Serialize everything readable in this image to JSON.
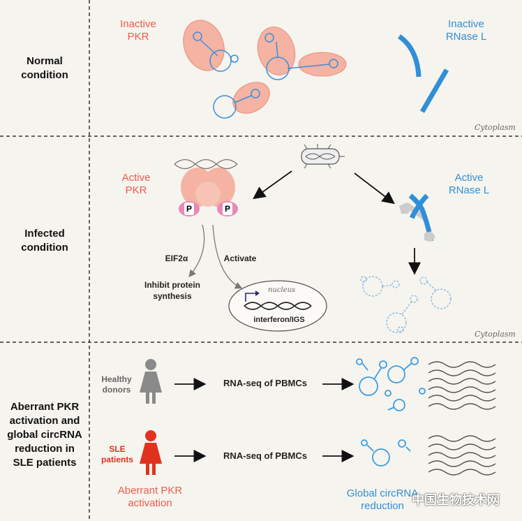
{
  "sections": {
    "normal": "Normal\ncondition",
    "infected": "Infected\ncondition",
    "sle": "Aberrant PKR\nactivation and\nglobal circRNA\nreduction in\nSLE patients"
  },
  "normal": {
    "inactive_pkr": "Inactive\nPKR",
    "inactive_rnase": "Inactive\nRNase L",
    "cytoplasm": "Cytoplasm"
  },
  "infected": {
    "active_pkr": "Active\nPKR",
    "active_rnase": "Active\nRNase L",
    "p1": "P",
    "p2": "P",
    "eif2a": "EIF2α",
    "activate": "Activate",
    "inhibit": "Inhibit protein\nsynthesis",
    "nucleus": "nucleus",
    "interferon": "interferon/IGS",
    "cytoplasm": "Cytoplasm"
  },
  "sle": {
    "healthy": "Healthy\ndonors",
    "sle_patients": "SLE\npatients",
    "rnaseq1": "RNA-seq of PBMCs",
    "rnaseq2": "RNA-seq of PBMCs",
    "aberrant": "Aberrant PKR\nactivation",
    "global": "Global circRNA\nreduction",
    "watermark": "中国生物技术网"
  },
  "colors": {
    "pkr_red": "#ef5b4a",
    "rnase_blue": "#2f8fd8",
    "pkr_fill": "#f4b3a3",
    "p_pink": "#e889b9",
    "patient_red": "#e0321e",
    "donor_grey": "#8a8a8a"
  }
}
